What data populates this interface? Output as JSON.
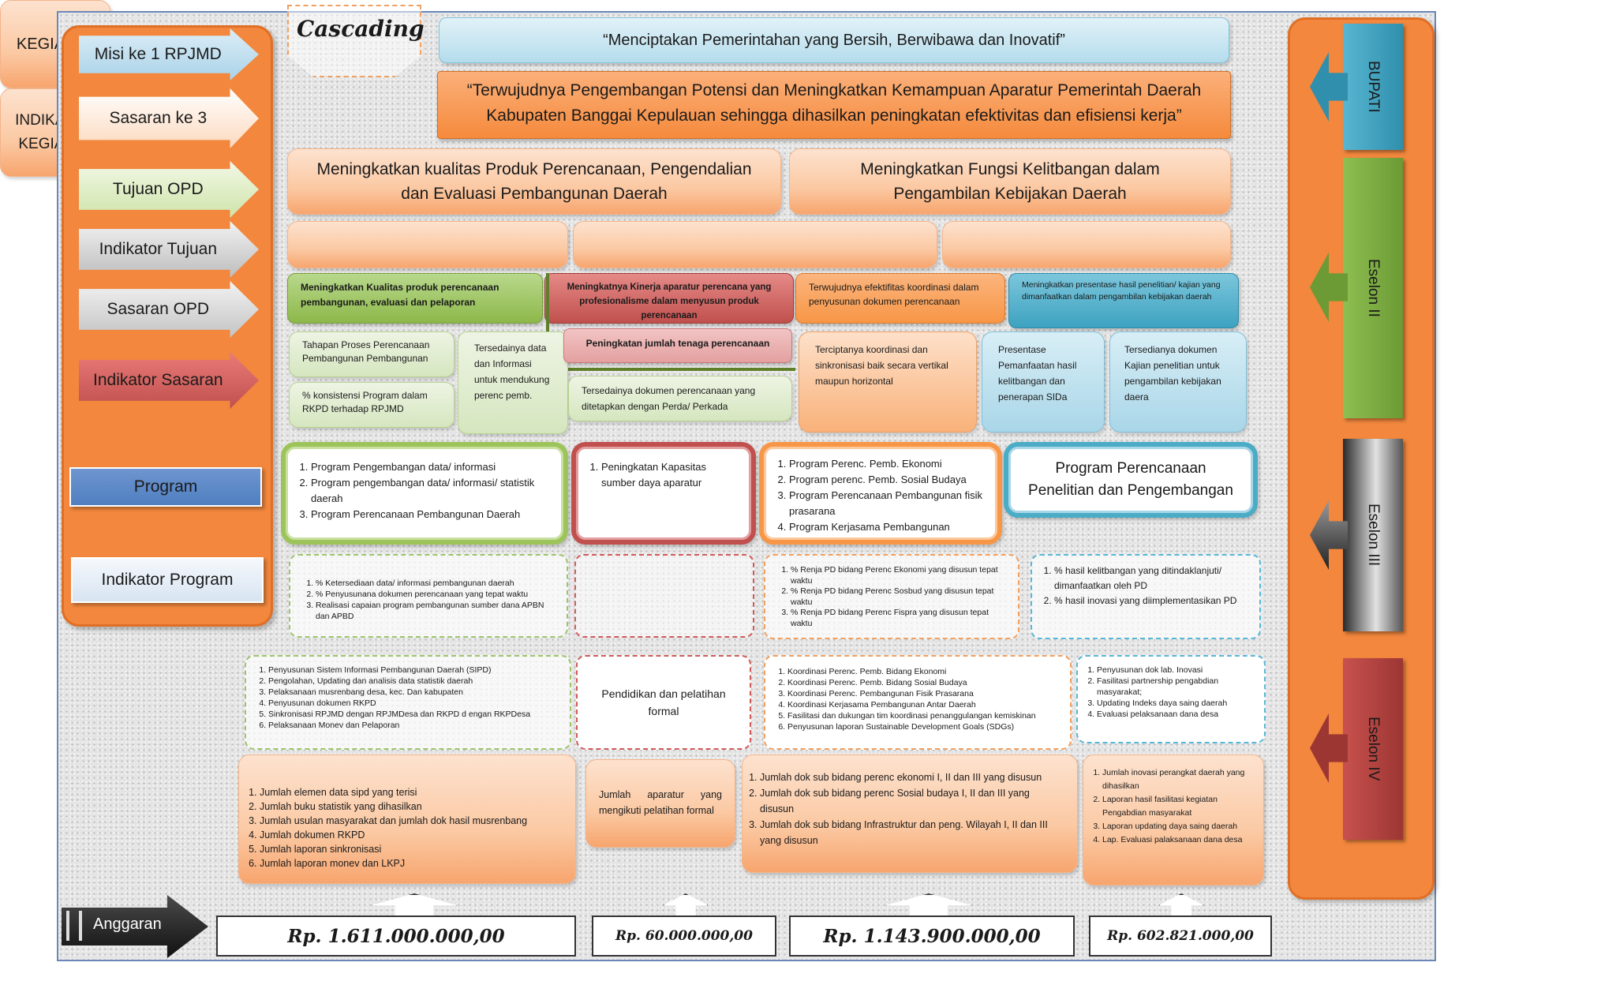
{
  "title": "Cascading",
  "visi": "“Menciptakan Pemerintahan yang Bersih, Berwibawa dan Inovatif”",
  "misi": [
    "“Terwujudnya Pengembangan Potensi dan Meningkatkan Kemampuan Aparatur Pemerintah Daerah",
    "Kabupaten Banggai Kepulauan sehingga dihasilkan peningkatan efektivitas dan efisiensi kerja”"
  ],
  "legend": {
    "misi": "Misi ke 1 RPJMD",
    "sasaran": "Sasaran ke 3",
    "tujuan_opd": "Tujuan OPD",
    "indikator_tujuan": "Indikator Tujuan",
    "sasaran_opd": "Sasaran OPD",
    "indikator_sasaran": "Indikator Sasaran",
    "program": "Program",
    "indikator_program": "Indikator Program",
    "kegiatan": "KEGIATAN",
    "indikator_kegiatan": [
      "INDIKATOR",
      "KEGIATAN"
    ],
    "anggaran": "Anggaran"
  },
  "tiers": {
    "bupati": "BUPATI",
    "eselon2": "Eselon II",
    "eselon3": "Eselon III",
    "eselon4": "Eselon IV"
  },
  "tujuan": [
    "Meningkatkan kualitas Produk Perencanaan, Pengendalian dan Evaluasi Pembangunan Daerah",
    "Meningkatkan Fungsi Kelitbangan dalam Pengambilan Kebijakan Daerah"
  ],
  "sasaran_opd": [
    "Meningkatkan Kualitas produk perencanaan pembangunan, evaluasi dan pelaporan",
    "Meningkatnya Kinerja aparatur perencana yang profesionalisme dalam menyusun produk perencanaan",
    "Terwujudnya efektifitas koordinasi dalam penyusunan dokumen  perencanaan",
    "Meningkatkan presentase hasil penelitian/ kajian yang dimanfaatkan dalam pengambilan kebijakan daerah"
  ],
  "indikator_sasaran": {
    "g1": "Tahapan Proses Perencanaan Pembangunan Pembangunan",
    "g2": "% konsistensi Program dalam RKPD terhadap RPJMD",
    "g3": "Tersedainya data dan Informasi untuk mendukung perenc pemb.",
    "r1": "Peningkatan jumlah tenaga perencanaan",
    "g4": "Tersedainya dokumen perencanaan yang ditetapkan dengan Perda/ Perkada",
    "o1": "Terciptanya koordinasi dan sinkronisasi baik secara vertikal maupun horizontal",
    "b1": "Presentase Pemanfaatan hasil kelitbangan dan penerapan SIDa",
    "b2": "Tersedianya dokumen Kajian penelitian untuk pengambilan kebijakan daera"
  },
  "programs": {
    "green": [
      "Program Pengembangan data/ informasi",
      "Program pengembangan data/ informasi/ statistik daerah",
      "Program Perencanaan Pembangunan Daerah"
    ],
    "red": [
      "Peningkatan Kapasitas sumber daya aparatur"
    ],
    "orange": [
      "Program Perenc. Pemb. Ekonomi",
      "Program perenc. Pemb. Sosial Budaya",
      "Program Perencanaan Pembangunan fisik prasarana",
      "Program Kerjasama Pembangunan"
    ],
    "blue": "Program Perencanaan Penelitian dan Pengembangan"
  },
  "indikator_program": {
    "green": [
      "% Ketersediaan data/ informasi pembangunan daerah",
      "% Penyusunana dokumen perencanaan yang tepat waktu",
      "Realisasi capaian program pembangunan sumber dana APBN dan APBD"
    ],
    "orange": [
      "% Renja PD bidang Perenc Ekonomi yang disusun tepat waktu",
      "% Renja PD bidang Perenc Sosbud yang disusun tepat waktu",
      "% Renja PD bidang Perenc Fispra yang disusun tepat waktu"
    ],
    "blue": [
      "% hasil kelitbangan yang ditindaklanjuti/ dimanfaatkan oleh PD",
      "% hasil inovasi yang diimplementasikan PD"
    ]
  },
  "kegiatan": {
    "green": [
      "Penyusunan Sistem Informasi Pembangunan Daerah (SIPD)",
      "Pengolahan, Updating dan analisis data statistik daerah",
      "Pelaksanaan musrenbang desa, kec. Dan kabupaten",
      "Penyusunan dokumen RKPD",
      "Sinkronisasi RPJMD dengan RPJMDesa dan RKPD d engan RKPDesa",
      "Pelaksanaan Monev dan Pelaporan"
    ],
    "red": "Pendidikan dan pelatihan formal",
    "orange": [
      "Koordinasi Perenc. Pemb. Bidang Ekonomi",
      "Koordinasi Perenc. Pemb. Bidang Sosial Budaya",
      "Koordinasi Perenc. Pembangunan Fisik Prasarana",
      "Koordinasi Kerjasama Pembangunan Antar Daerah",
      "Fasilitasi dan dukungan tim koordinasi penanggulangan kemiskinan",
      "Penyusunan laporan Sustainable Development Goals (SDGs)"
    ],
    "blue": [
      "Penyusunan dok lab. Inovasi",
      "Fasilitasi partnership pengabdian masyarakat;",
      "Updating Indeks daya saing daerah",
      "Evaluasi pelaksanaan dana desa"
    ]
  },
  "indikator_kegiatan": {
    "green": [
      "Jumlah elemen data sipd yang terisi",
      "Jumlah buku statistik yang dihasilkan",
      "Jumlah usulan masyarakat dan jumlah dok hasil musrenbang",
      "Jumlah dokumen RKPD",
      "Jumlah laporan sinkronisasi",
      "Jumlah laporan monev dan LKPJ"
    ],
    "red": "Jumlah aparatur yang mengikuti pelatihan formal",
    "orange": [
      "Jumlah dok sub bidang perenc ekonomi I, II dan III yang disusun",
      "Jumlah dok sub bidang perenc Sosial budaya I, II dan III yang disusun",
      "Jumlah dok sub bidang Infrastruktur dan peng. Wilayah  I, II dan III yang disusun"
    ],
    "blue": [
      "Jumlah inovasi perangkat daerah yang dihasilkan",
      "Laporan hasil fasilitasi kegiatan Pengabdian masyarakat",
      "Laporan updating daya saing daerah",
      "Lap. Evaluasi palaksanaan dana desa"
    ]
  },
  "anggaran": [
    "Rp. 1.611.000.000,00",
    "Rp. 60.000.000,00",
    "Rp. 1.143.900.000,00",
    "Rp. 602.821.000,00"
  ],
  "colors": {
    "green": "#8db84a",
    "red": "#c0504d",
    "orange": "#f79646",
    "blue": "#4bacc6",
    "panel": "#f2873d"
  }
}
